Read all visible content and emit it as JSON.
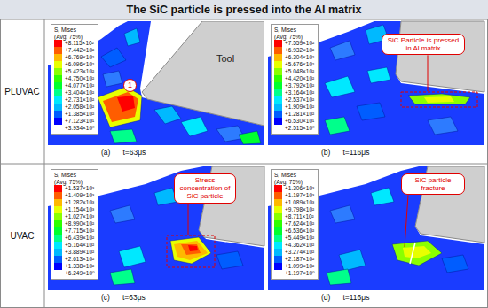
{
  "diagram": {
    "title": "The SiC particle is pressed into the Al matrix",
    "nodes": [
      {
        "text": [
          "PLUVAC"
        ]
      },
      {
        "text": [
          "UVAC"
        ]
      },
      {
        "text": [
          "Tool"
        ]
      },
      {
        "text": [
          "1"
        ]
      },
      {
        "text": [
          "SiC Particle is pressed in Al matrix"
        ]
      },
      {
        "text": [
          "Stress concentration of SiC particle"
        ]
      },
      {
        "text": [
          "SiC particle fracture"
        ]
      }
    ],
    "labels": [
      "S, Mises",
      "(Avg: 75%)",
      "+3.934×10⁰",
      "(a)",
      "t=63μs",
      "S, Mises",
      "(Avg: 75%)",
      "+2.515×10⁰",
      "(b)",
      "t=116μs",
      "S, Mises",
      "(Avg: 75%)",
      "+6.249×10⁰",
      "(c)",
      "t=63μs",
      "S, Mises",
      "(Avg: 75%)",
      "+1.197×10⁰",
      "(d)",
      "t=116μs"
    ],
    "legend": [
      {
        "text": "+8.115×10²",
        "color": "#ff0000"
      },
      {
        "text": "+7.442×10²",
        "color": "#ff5d00"
      },
      {
        "text": "+6.769×10²",
        "color": "#ffb900"
      },
      {
        "text": "+6.096×10²",
        "color": "#e8ff00"
      },
      {
        "text": "+5.423×10²",
        "color": "#8bff00"
      },
      {
        "text": "+4.750×10²",
        "color": "#2eff00"
      },
      {
        "text": "+4.077×10²",
        "color": "#00ff2e"
      },
      {
        "text": "+3.404×10²",
        "color": "#00ff8b"
      },
      {
        "text": "+2.731×10²",
        "color": "#00e8ff"
      },
      {
        "text": "+2.058×10²",
        "color": "#00b9ff"
      },
      {
        "text": "+1.385×10²",
        "color": "#005dff"
      },
      {
        "text": "+7.123×10¹",
        "color": "#0000ff"
      },
      {
        "text": "+7.559×10²",
        "color": "#ff0000"
      },
      {
        "text": "+6.932×10²",
        "color": "#ff5d00"
      },
      {
        "text": "+6.304×10²",
        "color": "#ffb900"
      },
      {
        "text": "+5.676×10²",
        "color": "#e8ff00"
      },
      {
        "text": "+5.048×10²",
        "color": "#8bff00"
      },
      {
        "text": "+4.420×10²",
        "color": "#2eff00"
      },
      {
        "text": "+3.792×10²",
        "color": "#00ff2e"
      },
      {
        "text": "+3.164×10²",
        "color": "#00ff8b"
      },
      {
        "text": "+2.537×10²",
        "color": "#00e8ff"
      },
      {
        "text": "+1.909×10²",
        "color": "#00b9ff"
      },
      {
        "text": "+1.281×10²",
        "color": "#005dff"
      },
      {
        "text": "+6.530×10¹",
        "color": "#0000ff"
      },
      {
        "text": "+1.537×10³",
        "color": "#ff0000"
      },
      {
        "text": "+1.409×10³",
        "color": "#ff5d00"
      },
      {
        "text": "+1.282×10³",
        "color": "#ffb900"
      },
      {
        "text": "+1.154×10³",
        "color": "#e8ff00"
      },
      {
        "text": "+1.027×10³",
        "color": "#8bff00"
      },
      {
        "text": "+8.990×10²",
        "color": "#2eff00"
      },
      {
        "text": "+7.715×10²",
        "color": "#00ff2e"
      },
      {
        "text": "+6.439×10²",
        "color": "#00ff8b"
      },
      {
        "text": "+5.164×10²",
        "color": "#00e8ff"
      },
      {
        "text": "+3.889×10²",
        "color": "#00b9ff"
      },
      {
        "text": "+2.613×10²",
        "color": "#005dff"
      },
      {
        "text": "+1.338×10²",
        "color": "#0000ff"
      },
      {
        "text": "+1.306×10³",
        "color": "#ff0000"
      },
      {
        "text": "+1.197×10³",
        "color": "#ff5d00"
      },
      {
        "text": "+1.089×10³",
        "color": "#ffb900"
      },
      {
        "text": "+9.798×10²",
        "color": "#e8ff00"
      },
      {
        "text": "+8.711×10²",
        "color": "#8bff00"
      },
      {
        "text": "+7.624×10²",
        "color": "#2eff00"
      },
      {
        "text": "+6.536×10²",
        "color": "#00ff2e"
      },
      {
        "text": "+5.449×10²",
        "color": "#00ff8b"
      },
      {
        "text": "+4.362×10²",
        "color": "#00e8ff"
      },
      {
        "text": "+3.274×10²",
        "color": "#00b9ff"
      },
      {
        "text": "+2.187×10²",
        "color": "#005dff"
      },
      {
        "text": "+1.099×10²",
        "color": "#0000ff"
      }
    ]
  }
}
